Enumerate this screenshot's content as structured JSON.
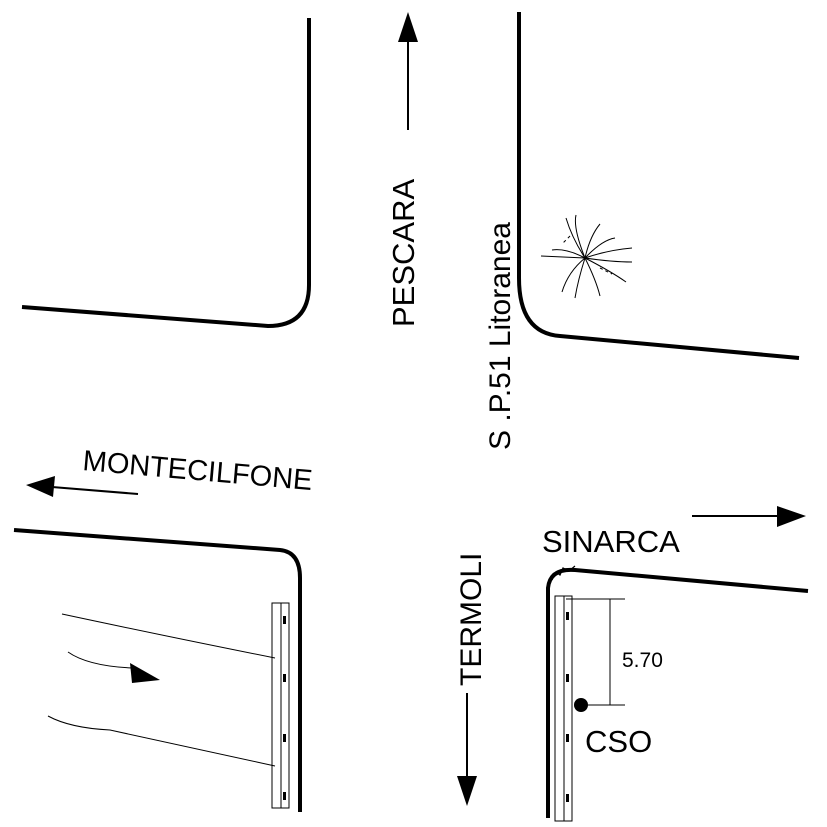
{
  "labels": {
    "pescara": "PESCARA",
    "road_name": "S .P.51 Litoranea",
    "montecilfone": "MONTECILFONE",
    "termoli": "TERMOLI",
    "sinarca": "SINARCA",
    "dimension": "5.70",
    "cso": "CSO"
  },
  "colors": {
    "ink": "#000000",
    "background": "#ffffff"
  },
  "icons": {
    "tree": "plant-symbol",
    "flow": "curved-arrow"
  }
}
